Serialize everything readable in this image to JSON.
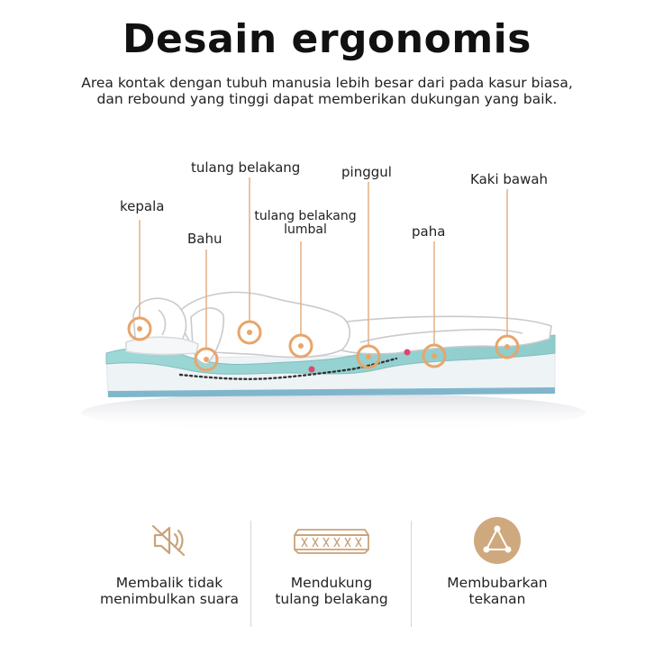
{
  "title": "Desain ergonomis",
  "subtitle_line1": "Area kontak dengan tubuh manusia lebih besar dari pada kasur biasa,",
  "subtitle_line2": "dan rebound yang tinggi dapat memberikan dukungan yang baik.",
  "labels": {
    "kepala": "kepala",
    "tulang_belakang": "tulang belakang",
    "bahu": "Bahu",
    "tulang_belakang_lumbal_1": "tulang belakang",
    "tulang_belakang_lumbal_2": "lumbal",
    "pinggul": "pinggul",
    "paha": "paha",
    "kaki_bawah": "Kaki bawah"
  },
  "features": [
    {
      "icon": "muted-speaker-icon",
      "line1": "Membalik tidak",
      "line2": "menimbulkan suara"
    },
    {
      "icon": "spring-mattress-icon",
      "line1": "Mendukung",
      "line2": "tulang belakang"
    },
    {
      "icon": "triangle-nodes-icon",
      "line1": "Membubarkan",
      "line2": "tekanan"
    }
  ],
  "colors": {
    "accent": "#e8a56a",
    "leader": "#e4b48a",
    "mattress_top": "#8fd0cf",
    "mattress_side": "#eef3f5",
    "mattress_base": "#7fb6cc",
    "icon_gold": "#c9a37a"
  }
}
